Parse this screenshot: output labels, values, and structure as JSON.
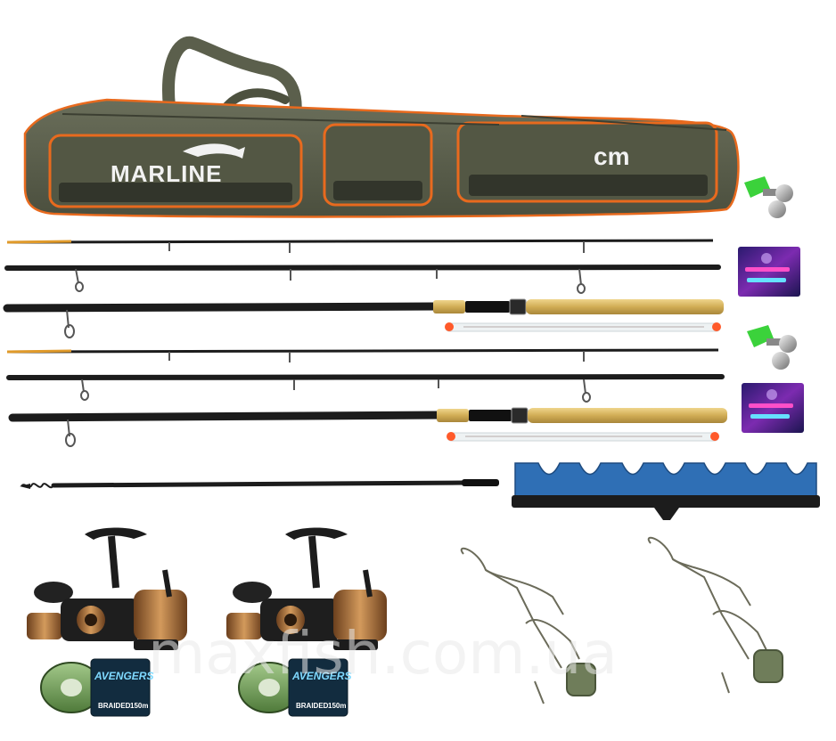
{
  "bag": {
    "brand": "MARLINE",
    "size_label": "cm"
  },
  "line_spools": [
    {
      "brand": "AVENGERS",
      "type": "BRAIDED",
      "length": "150m"
    },
    {
      "brand": "AVENGERS",
      "type": "BRAIDED",
      "length": "150m"
    }
  ],
  "watermark": "maxfish.com.ua",
  "icons": {
    "bite_alarm": "bell-alarm-icon",
    "light_stick": "light-stick-pack-icon",
    "reel": "spinning-reel-icon",
    "feeder_rig": "feeder-rig-icon",
    "rod_rest": "rod-rest-icon"
  },
  "colors": {
    "bag_body": "#5b5f4c",
    "bag_trim": "#e86a1e",
    "rod_blank": "#1c1c1c",
    "cork_handle": "#d8b866",
    "rod_rest_blue": "#2f6fb5",
    "reel_bronze": "#b87a44",
    "bell_green": "#3bd23b"
  }
}
